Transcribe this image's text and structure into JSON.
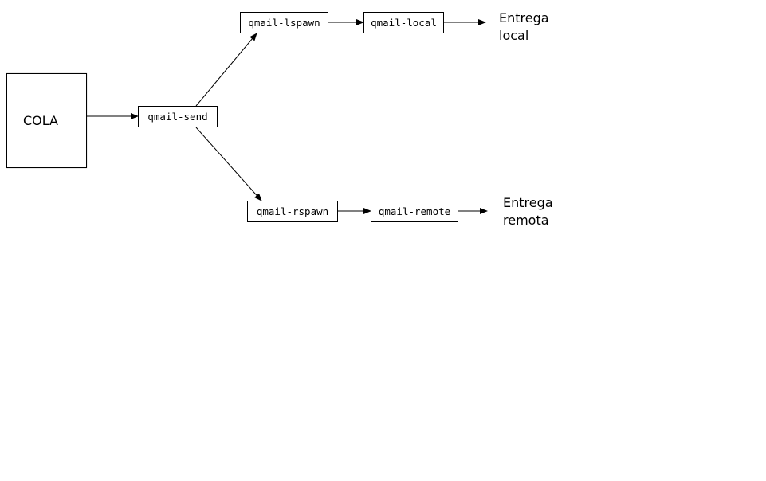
{
  "nodes": {
    "queue": "COLA",
    "send": "qmail-send",
    "lspawn": "qmail-lspawn",
    "local": "qmail-local",
    "rspawn": "qmail-rspawn",
    "remote": "qmail-remote"
  },
  "outputs": {
    "local": {
      "line1": "Entrega",
      "line2": "local"
    },
    "remote": {
      "line1": "Entrega",
      "line2": "remota"
    }
  },
  "colors": {
    "stroke": "#000000",
    "background": "#ffffff"
  }
}
